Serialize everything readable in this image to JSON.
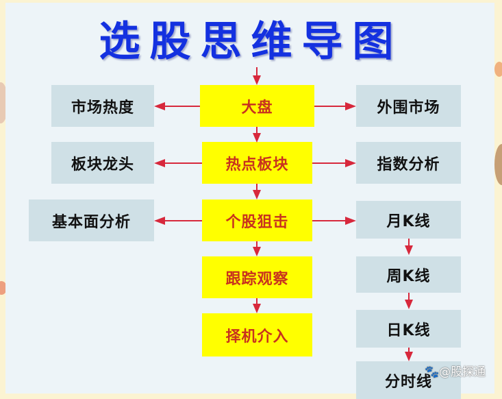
{
  "title": "选股思维导图",
  "center_flow": [
    {
      "id": "dapan",
      "label": "大盘"
    },
    {
      "id": "redian",
      "label": "热点板块"
    },
    {
      "id": "gegu",
      "label": "个股狙击"
    },
    {
      "id": "genzong",
      "label": "跟踪观察"
    },
    {
      "id": "zeji",
      "label": "择机介入"
    }
  ],
  "left_nodes": [
    {
      "id": "shichang_redu",
      "label": "市场热度",
      "from": "大盘"
    },
    {
      "id": "bankuai_longtou",
      "label": "板块龙头",
      "from": "热点板块"
    },
    {
      "id": "jibenmian",
      "label": "基本面分析",
      "from": "个股狙击"
    }
  ],
  "right_nodes": [
    {
      "id": "waiwei",
      "label": "外围市场",
      "from": "大盘"
    },
    {
      "id": "zhishu",
      "label": "指数分析",
      "from": "热点板块"
    }
  ],
  "kline_chain": [
    {
      "id": "yuek",
      "label": "月K线"
    },
    {
      "id": "zhouk",
      "label": "周K线"
    },
    {
      "id": "rik",
      "label": "日K线"
    },
    {
      "id": "fenshi",
      "label": "分时线"
    }
  ],
  "watermark": "🐾@股探通",
  "colors": {
    "title": "#1431e0",
    "center_box": "#ffff00",
    "center_text": "#c8321e",
    "side_box": "#cfe0e6",
    "arrow": "#d7283c",
    "panel": "#edf4f8"
  }
}
